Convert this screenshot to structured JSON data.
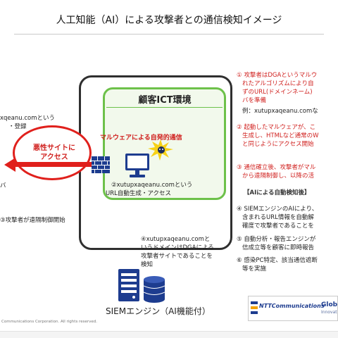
{
  "title": "人工知能（AI）による攻撃者との通信検知イメージ",
  "left": {
    "url_line1": "xqeanu.comという",
    "url_line2": "・登録",
    "stub": "バ",
    "malicious_site": "悪性サイトに",
    "access": "アクセス",
    "step3": "③攻撃者が遠隔制御開始"
  },
  "ict": {
    "title": "顧客ICT環境",
    "malware_label": "マルウェアによる自発的通信",
    "step2_line1": "②xutupxaqeanu.comという",
    "step2_line2": "URL自動生成・アクセス",
    "step4_line1": "④xutupxaqeanu.comと",
    "step4_line2": "いうドメインはDGAによる",
    "step4_line3": "攻撃者サイトであることを",
    "step4_line4": "検知"
  },
  "siem_label": "SIEMエンジン（AI機能付）",
  "right": {
    "p1_line1": "① 攻撃者はDGAというマルウ",
    "p1_line2": "れたアルゴリズムにより自",
    "p1_line3": "ずのURL(ドメインネーム)",
    "p1_line4": "バを準備",
    "p1_line5": "例：xutupxaqeanu.comな",
    "p2_line1": "② 起動したマルウェアが、こ",
    "p2_line2": "生成し、HTMLなど通常のW",
    "p2_line3": "と同じようにアクセス開始",
    "p3_line1": "③ 通信確立後、攻撃者がマル",
    "p3_line2": "から遠隔制御し、以降の活",
    "ai_detection": "【AIによる自動検知後】",
    "p4_line1": "④ SIEMエンジンのAIにより、",
    "p4_line2": "含まれるURL情報を自動解",
    "p4_line3": "確度で攻撃者であることを",
    "p5_line1": "⑤ 自動分析・報告エンジンが",
    "p5_line2": "信成立等を顧客に即時報告",
    "p6_line1": "⑥ 感染PC特定、該当通信遮断",
    "p6_line2": "等を実施"
  },
  "logo": {
    "ntt": "NTTCommunications",
    "glob": "Glob",
    "innov": "Innovat"
  },
  "copyright": "Communications Corporation. All rights reserved.",
  "colors": {
    "alert_red": "#d0201e",
    "ict_green": "#6dc14a",
    "firewall_blue": "#1d3c8f",
    "frame_dark": "#2f2f2f"
  }
}
